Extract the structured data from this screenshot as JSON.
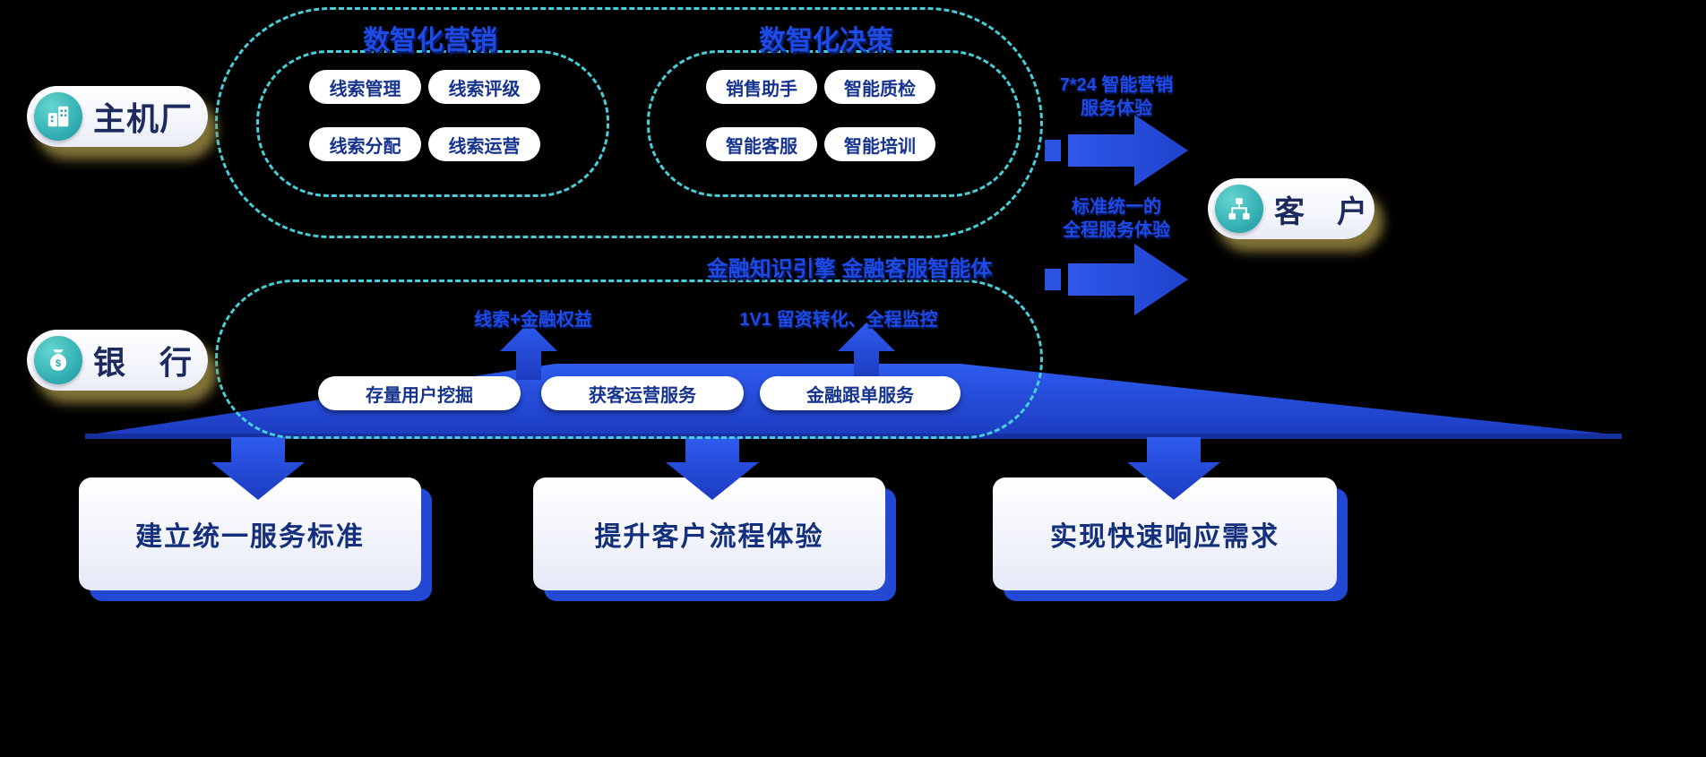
{
  "actors": {
    "oem": {
      "label": "主机厂"
    },
    "bank": {
      "label": "银　行"
    },
    "customer": {
      "label": "客　户"
    }
  },
  "top_section": {
    "marketing": {
      "title": "数智化营销",
      "items": [
        "线索管理",
        "线索评级",
        "线索分配",
        "线索运营"
      ]
    },
    "decision": {
      "title": "数智化决策",
      "items": [
        "销售助手",
        "智能质检",
        "智能客服",
        "智能培训"
      ]
    }
  },
  "middle_section": {
    "title": "金融知识引擎 金融客服智能体",
    "flow_labels": [
      "线索+金融权益",
      "1V1 留资转化、全程监控"
    ],
    "services": [
      "存量用户挖掘",
      "获客运营服务",
      "金融跟单服务"
    ]
  },
  "right_flow": {
    "top_label": "7*24 智能营销\n服务体验",
    "bottom_label": "标准统一的\n全程服务体验"
  },
  "bottom_cards": [
    "建立统一服务标准",
    "提升客户流程体验",
    "实现快速响应需求"
  ],
  "colors": {
    "accent_blue": "#2a52e0",
    "dashed_teal": "#46ced9",
    "navy_text": "#15338f"
  }
}
